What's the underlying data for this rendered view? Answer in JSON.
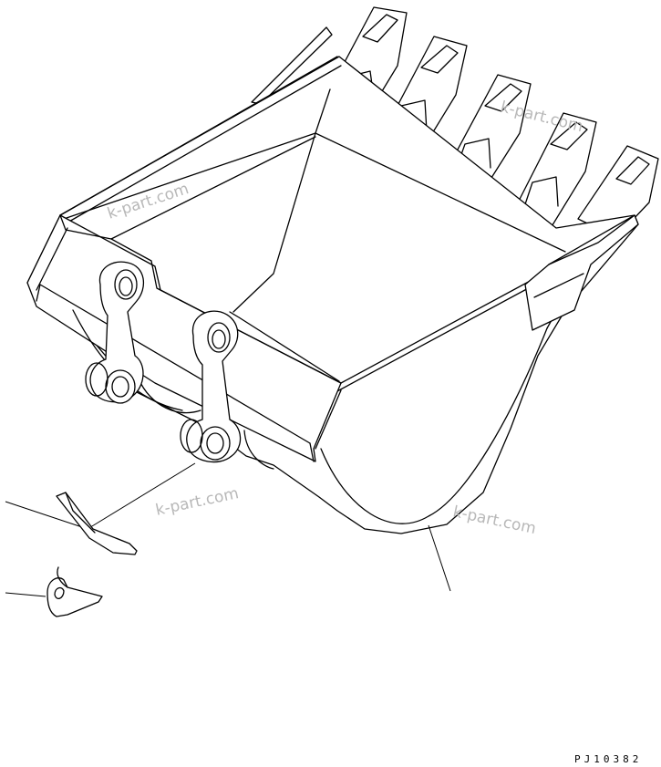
{
  "watermarks": [
    "k-part.com",
    "k-part.com",
    "k-part.com",
    "k-part.com"
  ],
  "drawing_code": "PJ10382"
}
